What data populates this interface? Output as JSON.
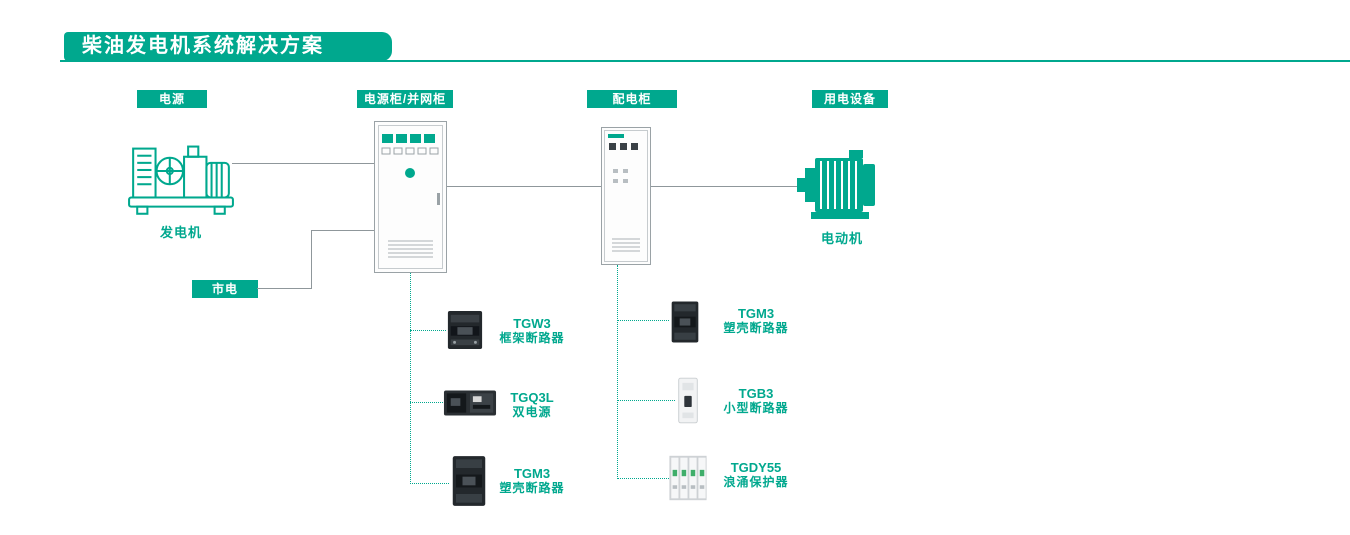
{
  "title": "柴油发电机系统解决方案",
  "colors": {
    "accent": "#00A88E"
  },
  "badges": {
    "source": "电源",
    "power_cabinet": "电源柜/并网柜",
    "distribution_cabinet": "配电柜",
    "load": "用电设备",
    "mains": "市电"
  },
  "labels": {
    "generator": "发电机",
    "motor": "电动机"
  },
  "products_left": [
    {
      "model": "TGW3",
      "name": "框架断路器"
    },
    {
      "model": "TGQ3L",
      "name": "双电源"
    },
    {
      "model": "TGM3",
      "name": "塑壳断路器"
    }
  ],
  "products_right": [
    {
      "model": "TGM3",
      "name": "塑壳断路器"
    },
    {
      "model": "TGB3",
      "name": "小型断路器"
    },
    {
      "model": "TGDY55",
      "name": "浪涌保护器"
    }
  ]
}
